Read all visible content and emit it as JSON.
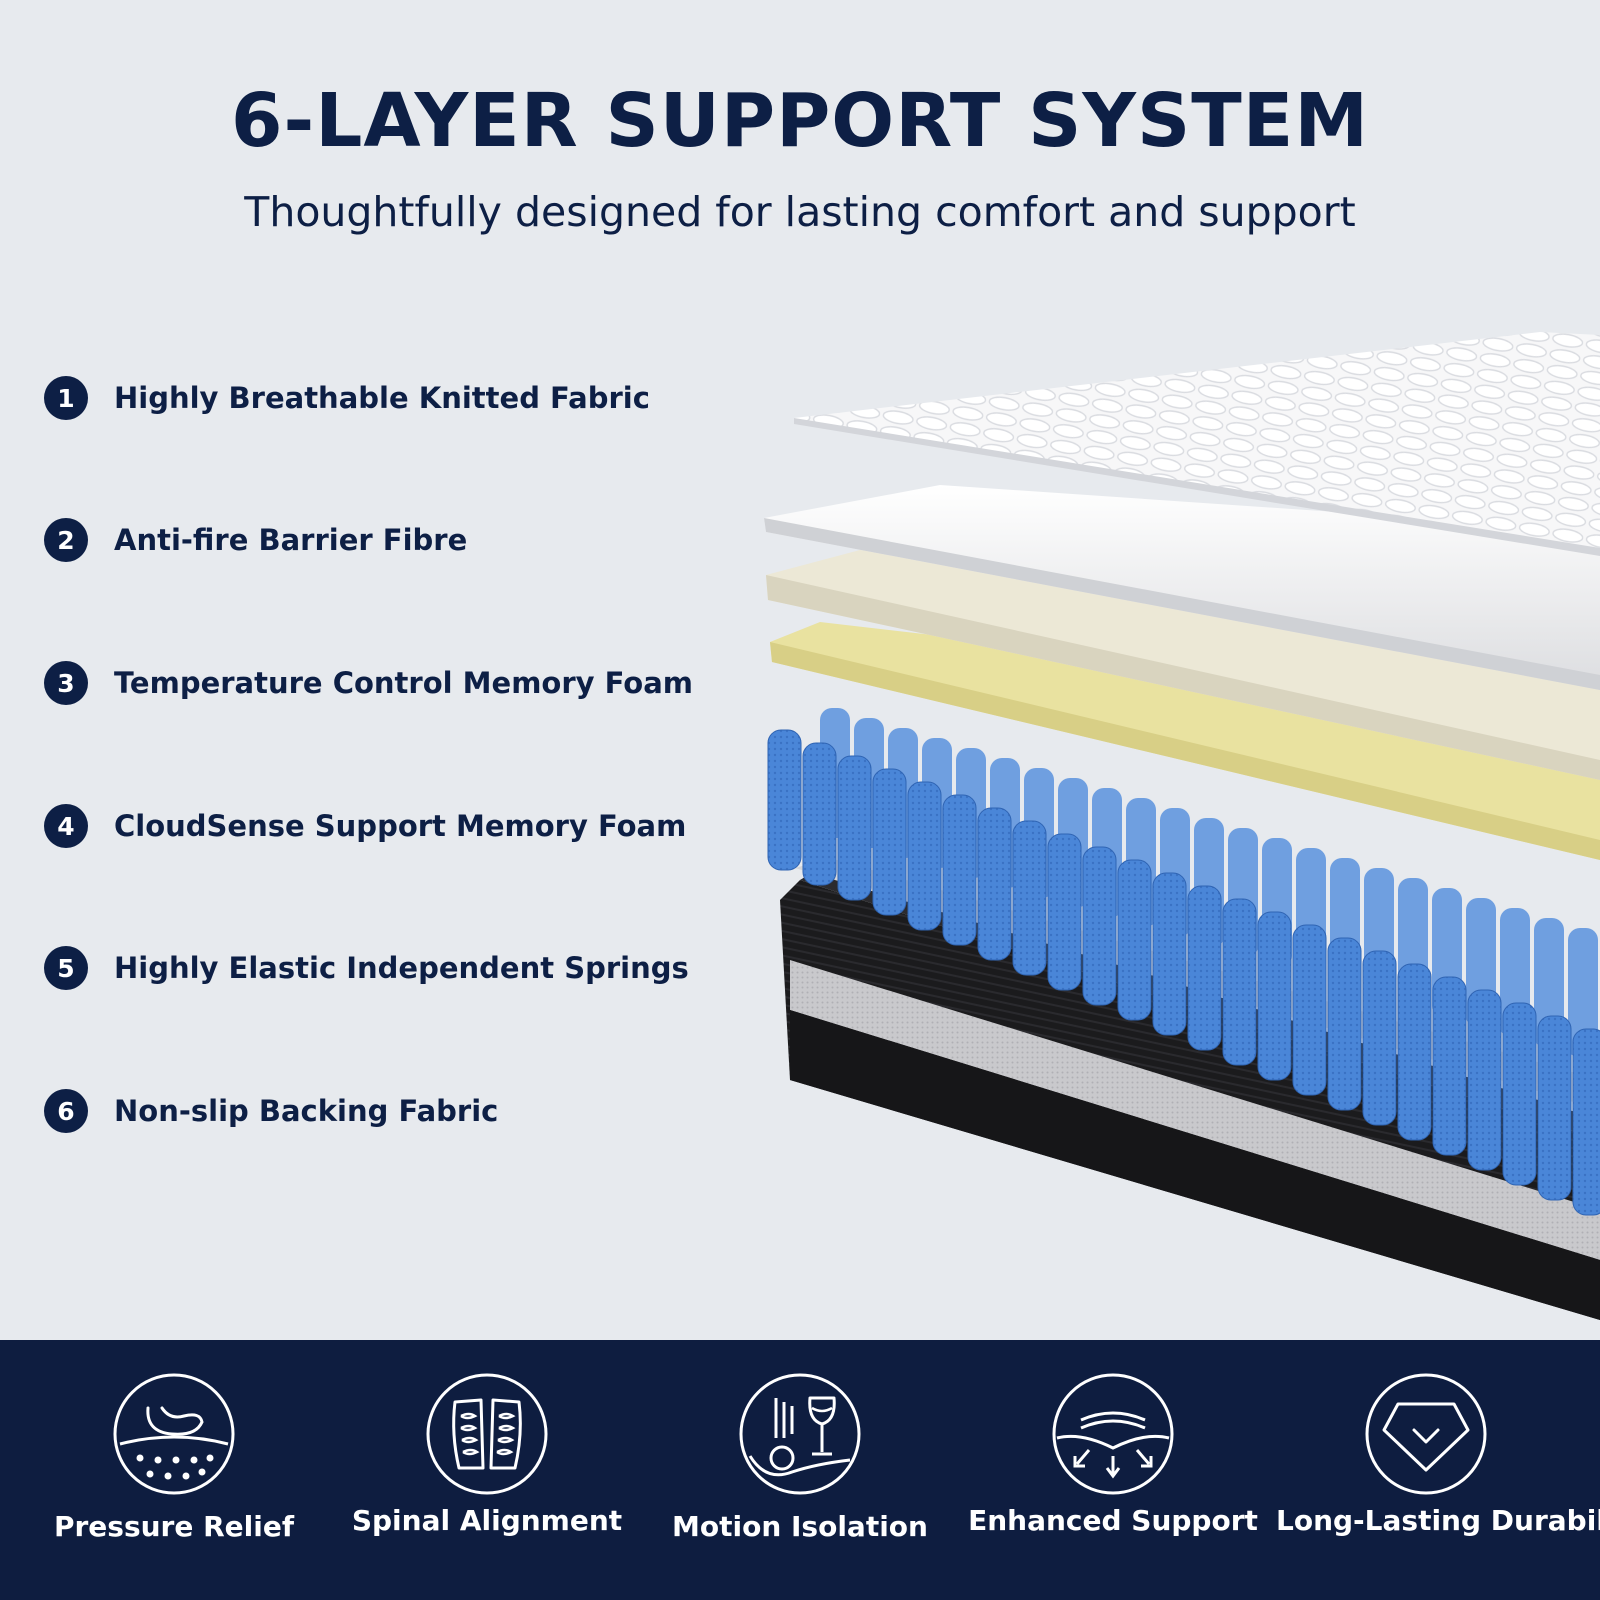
{
  "header": {
    "title": "6-LAYER SUPPORT SYSTEM",
    "subtitle": "Thoughtfully designed for lasting comfort and support"
  },
  "layers": [
    {
      "number": "1",
      "label": "Highly Breathable Knitted Fabric"
    },
    {
      "number": "2",
      "label": "Anti-fire Barrier Fibre"
    },
    {
      "number": "3",
      "label": "Temperature Control Memory Foam"
    },
    {
      "number": "4",
      "label": "CloudSense Support Memory Foam"
    },
    {
      "number": "5",
      "label": "Highly Elastic Independent Springs"
    },
    {
      "number": "6",
      "label": "Non-slip Backing Fabric"
    }
  ],
  "features": [
    {
      "label": "Pressure Relief",
      "icon": "pressure-relief-icon"
    },
    {
      "label": "Spinal Alignment",
      "icon": "spinal-alignment-icon"
    },
    {
      "label": "Motion Isolation",
      "icon": "motion-isolation-icon"
    },
    {
      "label": "Enhanced Support",
      "icon": "enhanced-support-icon"
    },
    {
      "label": "Long-Lasting Durability",
      "icon": "durability-icon"
    }
  ],
  "colors": {
    "background": "#e7eaee",
    "navy": "#0d1f45",
    "footer": "#0e1d40",
    "spring_blue": "#4a86d8",
    "foam_yellow": "#ebe5a8",
    "foam_cream": "#ece9dc",
    "base_black": "#1b1b1d"
  }
}
